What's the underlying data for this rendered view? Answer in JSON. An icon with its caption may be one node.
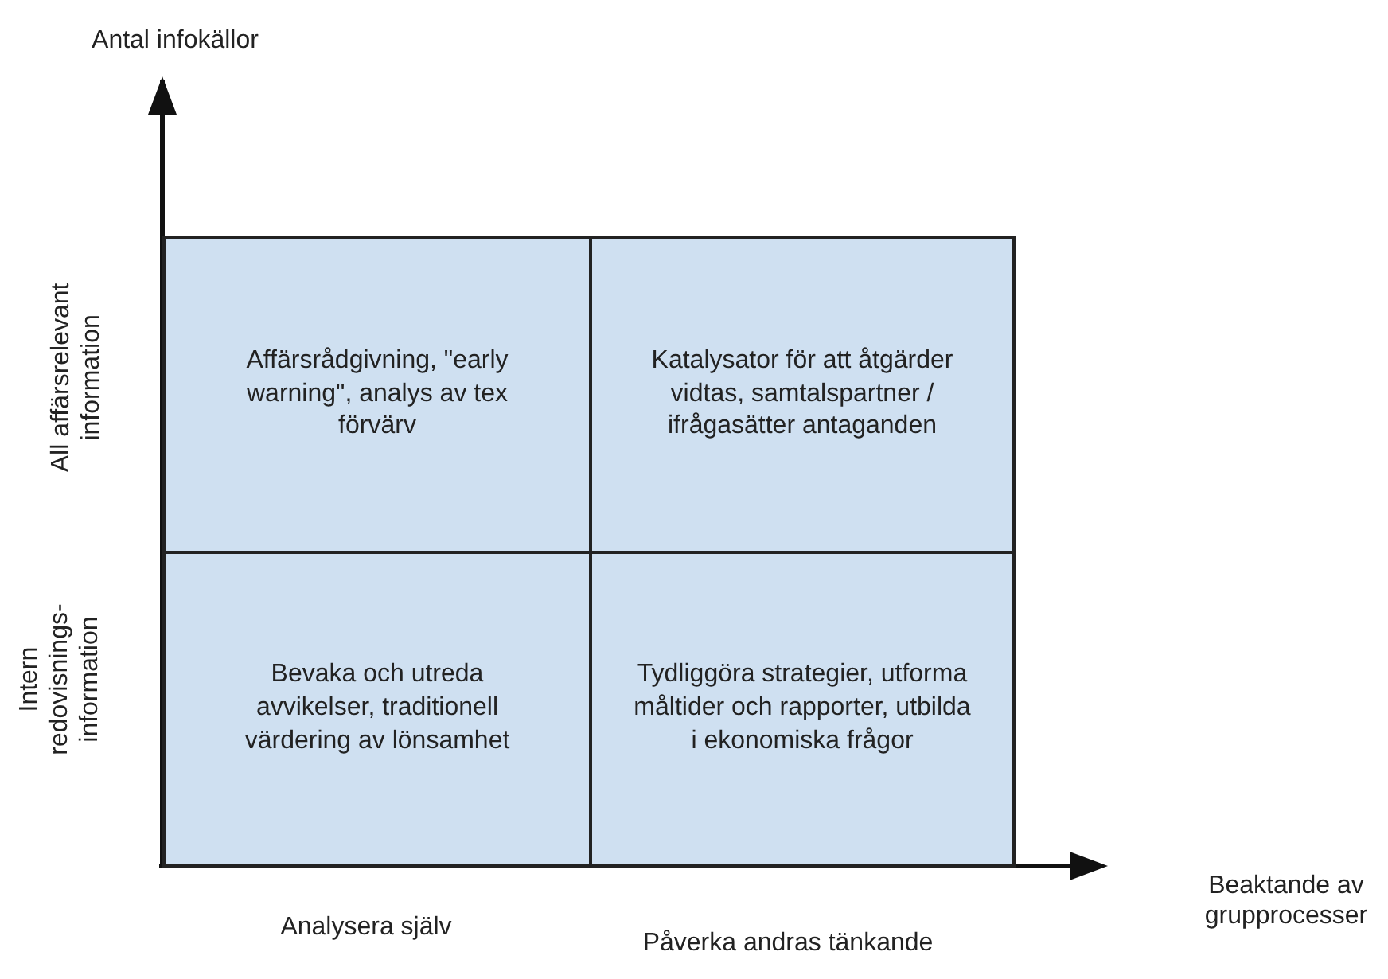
{
  "diagram": {
    "nodes": [
      {
        "text": [
          "Affärsrådgivning, \"early warning\", analys av tex förvärv"
        ]
      },
      {
        "text": [
          "Katalysator för att åtgärder vidtas, samtalspartner / ifrågasätter antaganden"
        ]
      },
      {
        "text": [
          "Bevaka och utreda avvikelser, traditionell värdering av lönsamhet"
        ]
      },
      {
        "text": [
          "Tydliggöra strategier, utforma måltider och rapporter, utbilda i ekonomiska frågor"
        ]
      }
    ],
    "edges": [],
    "labels": [
      "Antal infokällor",
      "All affärsrelevant information",
      "Intern redovisnings- information",
      "Beaktande av grupprocesser",
      "Analysera själv",
      "Påverka andras tänkande"
    ]
  }
}
